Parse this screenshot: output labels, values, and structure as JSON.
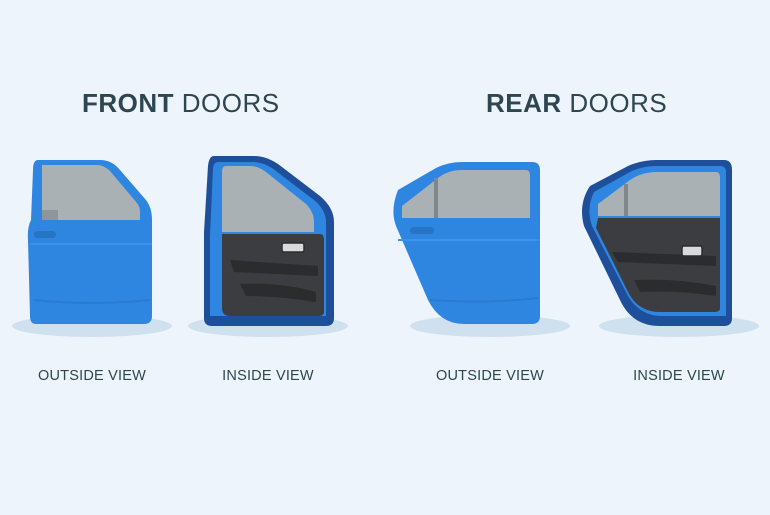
{
  "sections": {
    "front": {
      "title_bold": "FRONT",
      "title_rest": "DOORS"
    },
    "rear": {
      "title_bold": "REAR",
      "title_rest": "DOORS"
    }
  },
  "captions": {
    "front_outside": "OUTSIDE VIEW",
    "front_inside": "INSIDE VIEW",
    "rear_outside": "OUTSIDE VIEW",
    "rear_inside": "INSIDE VIEW"
  },
  "colors": {
    "background": "#edf4fb",
    "door_blue": "#2f86e0",
    "door_blue_dark": "#1f6fc4",
    "door_frame_navy": "#1d4f9a",
    "window_grey": "#a9b1b5",
    "inner_panel": "#3b3d40",
    "shadow": "#cfe0ee",
    "text": "#2e4650"
  }
}
